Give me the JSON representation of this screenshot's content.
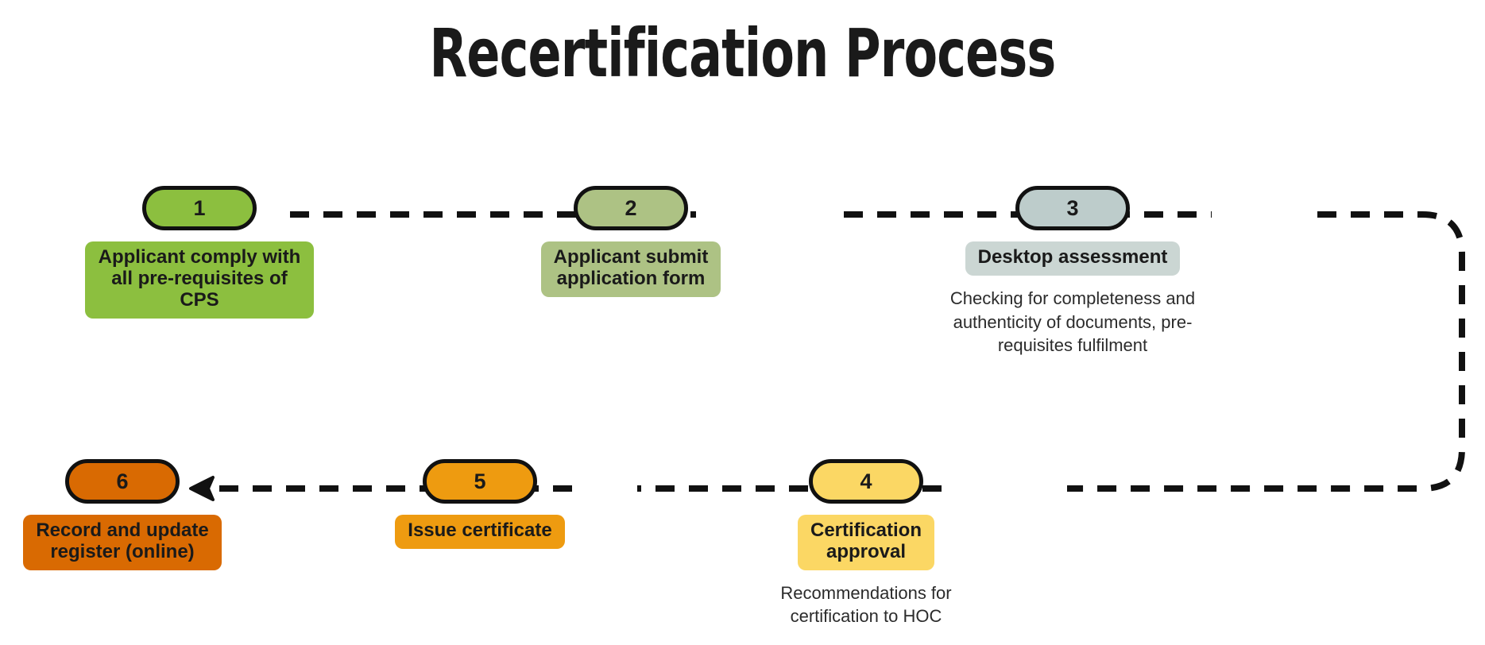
{
  "title": "Recertification Process",
  "diagram": {
    "type": "process-flow",
    "direction": "serpentine-left-to-right-then-right-to-left",
    "connector_style": "dashed",
    "connector_color": "#111111",
    "steps": [
      {
        "number": "1",
        "label": "Applicant comply with\nall pre-requisites of CPS",
        "description": "",
        "pill_color": "#8CBF3F",
        "label_color": "#8CBF3F"
      },
      {
        "number": "2",
        "label": "Applicant submit\napplication form",
        "description": "",
        "pill_color": "#ADC284",
        "label_color": "#ADC284"
      },
      {
        "number": "3",
        "label": "Desktop assessment",
        "description": "Checking for completeness and\nauthenticity of documents, pre-\nrequisites fulfilment",
        "pill_color": "#BDCCCB",
        "label_color": "#CBD6D3"
      },
      {
        "number": "4",
        "label": "Certification\napproval",
        "description": "Recommendations for\ncertification to HOC",
        "pill_color": "#FBD764",
        "label_color": "#FBD764"
      },
      {
        "number": "5",
        "label": "Issue certificate",
        "description": "",
        "pill_color": "#EE9B10",
        "label_color": "#EE9B10"
      },
      {
        "number": "6",
        "label": "Record and update\nregister (online)",
        "description": "",
        "pill_color": "#D96A02",
        "label_color": "#D96A02"
      }
    ]
  }
}
